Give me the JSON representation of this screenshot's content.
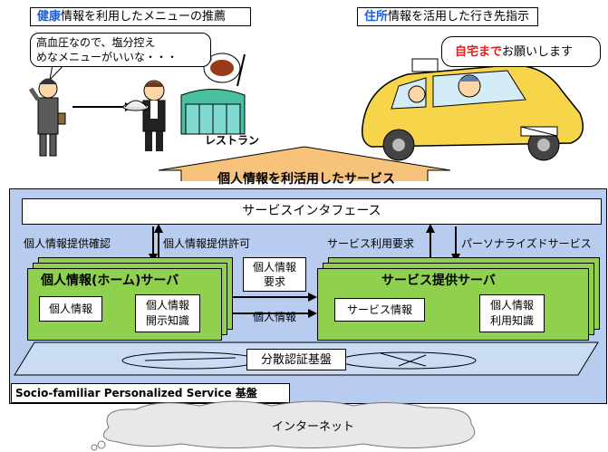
{
  "top_left": {
    "caption_highlight": "健康",
    "caption_rest": "情報を利用したメニューの推薦",
    "speech_line1": "高血圧なので、塩分控え",
    "speech_line2": "めなメニューがいいな・・・",
    "restaurant_label": "レストラン"
  },
  "top_right": {
    "caption_highlight": "住所",
    "caption_rest": "情報を活用した行き先指示",
    "speech_highlight": "自宅まで",
    "speech_rest": "お願いします"
  },
  "banner": "個人情報を利活用したサービス",
  "service_interface": "サービスインタフェース",
  "labels": {
    "consent_check": "個人情報提供確認",
    "consent_permit": "個人情報提供許可",
    "service_request": "サービス利用要求",
    "personalized": "パーソナライズドサービス"
  },
  "home_server": {
    "title": "個人情報(ホーム)サーバ",
    "personal_info": "個人情報",
    "disclosure_line1": "個人情報",
    "disclosure_line2": "開示知識"
  },
  "exchange": {
    "request_line1": "個人情報",
    "request_line2": "要求",
    "info": "個人情報"
  },
  "service_server": {
    "title": "サービス提供サーバ",
    "service_info": "サービス情報",
    "usage_line1": "個人情報",
    "usage_line2": "利用知識"
  },
  "auth": "分散認証基盤",
  "platform_prefix": "Socio-familiar Personalized Service ",
  "platform_suffix": "基盤",
  "internet": "インターネット",
  "colors": {
    "green": "#8fd14f",
    "platform_blue": "#b8ccf0",
    "auth_band": "#c9dcf4",
    "arrow_orange": "#f7c27a",
    "caption_blue": "#1f5fd6"
  }
}
